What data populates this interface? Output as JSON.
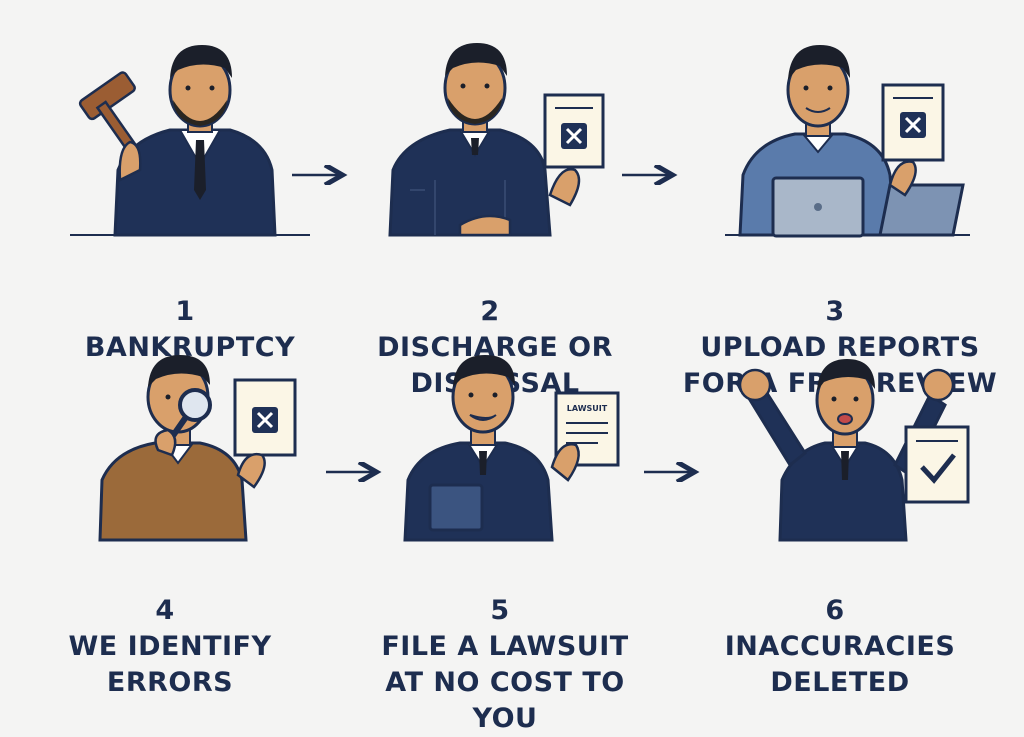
{
  "colors": {
    "navy": "#1f3157",
    "ink": "#1d2d4f",
    "skin": "#d9a06b",
    "hair": "#1b1f2a",
    "paper": "#fbf6e6",
    "brown": "#9b6a3a",
    "blue_shirt": "#5a7bab",
    "laptop": "#a9b7c9"
  },
  "steps": [
    {
      "number": "1",
      "text": "BANKRUPTCY",
      "icon": "gavel-icon"
    },
    {
      "number": "2",
      "text": "DISCHARGE OR\nDISMISSAL",
      "icon": "rejected-document-icon"
    },
    {
      "number": "3",
      "text": "UPLOAD REPORTS\nFOR A FREE REVIEW",
      "icon": "laptop-icon"
    },
    {
      "number": "4",
      "text": "WE IDENTIFY\nERRORS",
      "icon": "magnifier-icon"
    },
    {
      "number": "5",
      "text": "FILE A LAWSUIT\nAT NO COST TO YOU",
      "icon": "lawsuit-document-icon"
    },
    {
      "number": "6",
      "text": "INACCURACIES\nDELETED",
      "icon": "checkmark-document-icon"
    }
  ],
  "lawsuit_doc_label": "LAWSUIT",
  "flow": [
    {
      "from": "1",
      "to": "2"
    },
    {
      "from": "2",
      "to": "3"
    },
    {
      "from": "4",
      "to": "5"
    },
    {
      "from": "5",
      "to": "6"
    }
  ]
}
